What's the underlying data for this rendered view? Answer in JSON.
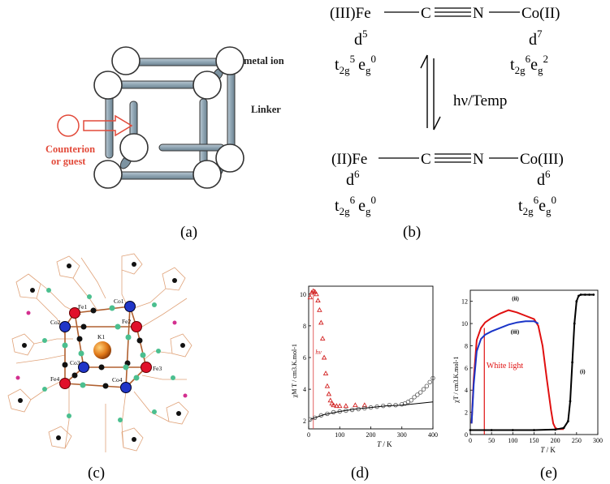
{
  "panel_a": {
    "caption": "(a)",
    "metal_ion_label": "metal ion",
    "linker_label": "Linker",
    "counterion_label_line1": "Counterion",
    "counterion_label_line2": "or guest"
  },
  "panel_b": {
    "caption": "(b)",
    "top_left": "(III)Fe",
    "top_c": "C",
    "top_n": "N",
    "top_right": "Co(II)",
    "top_left_d": "d",
    "top_left_d_sup": "5",
    "top_right_d": "d",
    "top_right_d_sup": "7",
    "top_left_t": "t",
    "top_left_t_sub": "2g",
    "top_left_t_sup": "5",
    "top_left_e": "e",
    "top_left_e_sub": "g",
    "top_left_e_sup": "0",
    "top_right_t": "t",
    "top_right_t_sub": "2g",
    "top_right_t_sup": "6",
    "top_right_e": "e",
    "top_right_e_sub": "g",
    "top_right_e_sup": "2",
    "arrow_label": "hν/Temp",
    "bottom_left": "(II)Fe",
    "bottom_c": "C",
    "bottom_n": "N",
    "bottom_right": "Co(III)",
    "bottom_left_d": "d",
    "bottom_left_d_sup": "6",
    "bottom_right_d": "d",
    "bottom_right_d_sup": "6",
    "bottom_left_t": "t",
    "bottom_left_t_sub": "2g",
    "bottom_left_t_sup": "6",
    "bottom_left_e": "e",
    "bottom_left_e_sub": "g",
    "bottom_left_e_sup": "0",
    "bottom_right_t": "t",
    "bottom_right_t_sub": "2g",
    "bottom_right_t_sup": "6",
    "bottom_right_e": "e",
    "bottom_right_e_sub": "g",
    "bottom_right_e_sup": "0"
  },
  "panel_c": {
    "caption": "(c)",
    "atoms": [
      "Fe1",
      "Co1",
      "Co2",
      "Fe2",
      "K1",
      "Co3",
      "Fe3",
      "Fe4",
      "Co4"
    ]
  },
  "panel_d": {
    "caption": "(d)",
    "hv_label": "hν"
  },
  "panel_e": {
    "caption": "(e)",
    "white_light_label": "White light",
    "label_ii": "(ii)",
    "label_iii": "(iii)",
    "label_i": "(i)"
  },
  "chart_data": [
    {
      "type": "scatter",
      "panel": "d",
      "xlabel_italic": "T",
      "xlabel_unit": " / K",
      "ylabel": "χM T / cm3.K.mol-1",
      "xlim": [
        0,
        400
      ],
      "ylim": [
        1.5,
        10.5
      ],
      "xticks": [
        0,
        100,
        200,
        300,
        400
      ],
      "yticks": [
        2,
        4,
        6,
        8,
        10
      ],
      "series": [
        {
          "color": "#d22020",
          "marker": "open-triangle",
          "x": [
            5,
            10,
            15,
            20,
            25,
            30,
            35,
            40,
            45,
            50,
            55,
            60,
            65,
            70,
            75,
            80,
            90,
            100,
            120,
            150,
            180
          ],
          "y": [
            9.8,
            10.1,
            10.2,
            10.15,
            10.0,
            9.6,
            9.0,
            8.2,
            7.2,
            6.0,
            5.0,
            4.2,
            3.7,
            3.3,
            3.1,
            3.0,
            2.95,
            2.95,
            2.95,
            3.0,
            3.0
          ]
        },
        {
          "color": "#555555",
          "marker": "open-circle",
          "x": [
            5,
            20,
            40,
            60,
            80,
            100,
            120,
            140,
            160,
            180,
            200,
            220,
            240,
            260,
            280,
            300,
            310,
            320,
            330,
            340,
            350,
            360,
            370,
            380,
            390,
            400
          ],
          "y": [
            2.1,
            2.2,
            2.35,
            2.45,
            2.55,
            2.6,
            2.65,
            2.7,
            2.75,
            2.8,
            2.85,
            2.9,
            2.95,
            3.0,
            3.0,
            3.05,
            3.1,
            3.2,
            3.3,
            3.5,
            3.65,
            3.8,
            4.0,
            4.2,
            4.45,
            4.7
          ]
        },
        {
          "color": "#000000",
          "marker": "line",
          "x": [
            5,
            50,
            100,
            150,
            200,
            250,
            300,
            350,
            400
          ],
          "y": [
            2.1,
            2.4,
            2.6,
            2.75,
            2.85,
            2.95,
            3.0,
            3.1,
            3.2
          ]
        }
      ]
    },
    {
      "type": "line",
      "panel": "e",
      "xlabel_italic": "T",
      "xlabel_unit": " / K",
      "ylabel": "χT / cm3.K.mol-1",
      "xlim": [
        0,
        300
      ],
      "ylim": [
        0,
        13
      ],
      "xticks": [
        0,
        50,
        100,
        150,
        200,
        250,
        300
      ],
      "yticks": [
        0,
        2,
        4,
        6,
        8,
        10,
        12
      ],
      "series": [
        {
          "color": "#e01010",
          "marker": "ii",
          "x": [
            3,
            8,
            15,
            25,
            35,
            50,
            70,
            90,
            110,
            130,
            150,
            160,
            170,
            180,
            190,
            195,
            200,
            205,
            210,
            220
          ],
          "y": [
            1.0,
            5.0,
            8.5,
            9.6,
            10.1,
            10.5,
            10.9,
            11.2,
            11.0,
            10.7,
            10.4,
            9.8,
            8.0,
            5.0,
            2.2,
            1.0,
            0.6,
            0.5,
            0.5,
            0.5
          ]
        },
        {
          "color": "#1a35c8",
          "marker": "iii",
          "x": [
            3,
            8,
            15,
            25,
            35,
            50,
            70,
            90,
            110,
            130,
            150,
            160
          ],
          "y": [
            1.0,
            4.5,
            7.5,
            8.6,
            9.0,
            9.3,
            9.6,
            9.9,
            10.1,
            10.2,
            10.2,
            10.0
          ]
        },
        {
          "color": "#000000",
          "marker": "i",
          "x": [
            0,
            50,
            100,
            150,
            200,
            220,
            230,
            235,
            240,
            245,
            250,
            255,
            260,
            270,
            280,
            290
          ],
          "y": [
            0.4,
            0.4,
            0.4,
            0.4,
            0.45,
            0.6,
            1.2,
            3.0,
            6.5,
            10.0,
            12.0,
            12.5,
            12.6,
            12.6,
            12.6,
            12.6
          ]
        }
      ]
    }
  ]
}
